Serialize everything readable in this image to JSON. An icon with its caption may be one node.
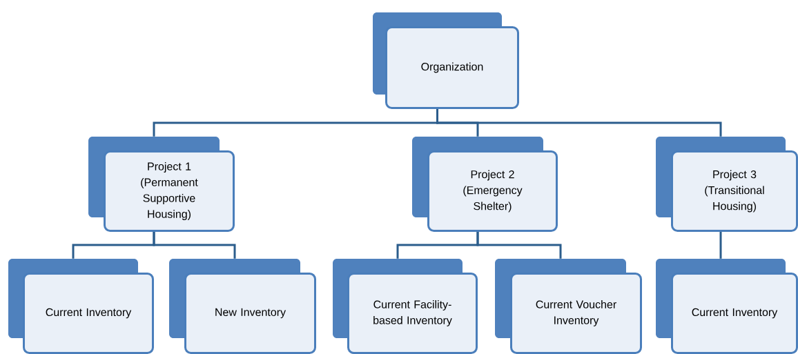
{
  "diagram": {
    "nodes": [
      {
        "text": [
          "Organization"
        ]
      },
      {
        "text": [
          "Project 1 (Permanent Supportive Housing)"
        ]
      },
      {
        "text": [
          "Project 2 (Emergency Shelter)"
        ]
      },
      {
        "text": [
          "Project 3 (Transitional Housing)"
        ]
      },
      {
        "text": [
          "Current Inventory"
        ]
      },
      {
        "text": [
          "New Inventory"
        ]
      },
      {
        "text": [
          "Current Facility-based Inventory"
        ]
      },
      {
        "text": [
          "Current Voucher Inventory"
        ]
      },
      {
        "text": [
          "Current Inventory"
        ]
      }
    ],
    "edges": [
      {
        "from": 0,
        "to": 1,
        "arrow": "none"
      },
      {
        "from": 0,
        "to": 2,
        "arrow": "none"
      },
      {
        "from": 0,
        "to": 3,
        "arrow": "none"
      },
      {
        "from": 1,
        "to": 4,
        "arrow": "none"
      },
      {
        "from": 1,
        "to": 5,
        "arrow": "none"
      },
      {
        "from": 2,
        "to": 6,
        "arrow": "none"
      },
      {
        "from": 2,
        "to": 7,
        "arrow": "none"
      },
      {
        "from": 3,
        "to": 8,
        "arrow": "none"
      }
    ]
  }
}
